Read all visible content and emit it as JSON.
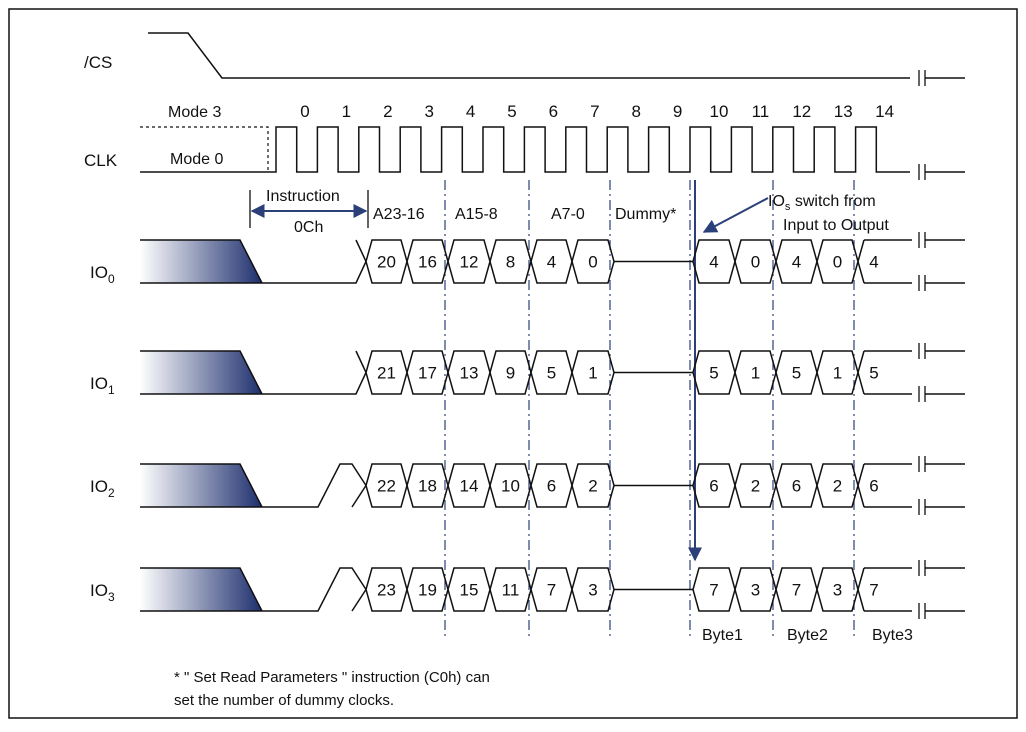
{
  "signals": {
    "cs": "/CS",
    "clk": "CLK",
    "io0": {
      "main": "IO",
      "sub": "0"
    },
    "io1": {
      "main": "IO",
      "sub": "1"
    },
    "io2": {
      "main": "IO",
      "sub": "2"
    },
    "io3": {
      "main": "IO",
      "sub": "3"
    }
  },
  "modes": {
    "mode3": "Mode 3",
    "mode0": "Mode 0"
  },
  "clock_numbers": [
    "0",
    "1",
    "2",
    "3",
    "4",
    "5",
    "6",
    "7",
    "8",
    "9",
    "10",
    "11",
    "12",
    "13",
    "14"
  ],
  "phases": {
    "instruction_line1": "Instruction",
    "instruction_line2": "0Ch",
    "addr_high": "A23-16",
    "addr_mid": "A15-8",
    "addr_low": "A7-0",
    "dummy": "Dummy*"
  },
  "switch_note": {
    "pre": "IO",
    "sub": "s",
    "post": " switch from",
    "line2": "Input to Output"
  },
  "lanes": {
    "io0": {
      "addr": [
        "20",
        "16",
        "12",
        "8",
        "4",
        "0"
      ],
      "data": [
        "4",
        "0",
        "4",
        "0",
        "4"
      ]
    },
    "io1": {
      "addr": [
        "21",
        "17",
        "13",
        "9",
        "5",
        "1"
      ],
      "data": [
        "5",
        "1",
        "5",
        "1",
        "5"
      ]
    },
    "io2": {
      "addr": [
        "22",
        "18",
        "14",
        "10",
        "6",
        "2"
      ],
      "data": [
        "6",
        "2",
        "6",
        "2",
        "6"
      ]
    },
    "io3": {
      "addr": [
        "23",
        "19",
        "15",
        "11",
        "7",
        "3"
      ],
      "data": [
        "7",
        "3",
        "7",
        "3",
        "7"
      ]
    }
  },
  "bytes": [
    "Byte1",
    "Byte2",
    "Byte3"
  ],
  "footnote": {
    "line1": "* \" Set Read Parameters \" instruction (C0h) can",
    "line2": "set the number of dummy clocks."
  },
  "colors": {
    "line": "#111111",
    "arrow": "#2b3f78",
    "gradient_dark": "#1e2f6e",
    "gradient_light": "#ffffff",
    "guide": "#2b3f78"
  }
}
